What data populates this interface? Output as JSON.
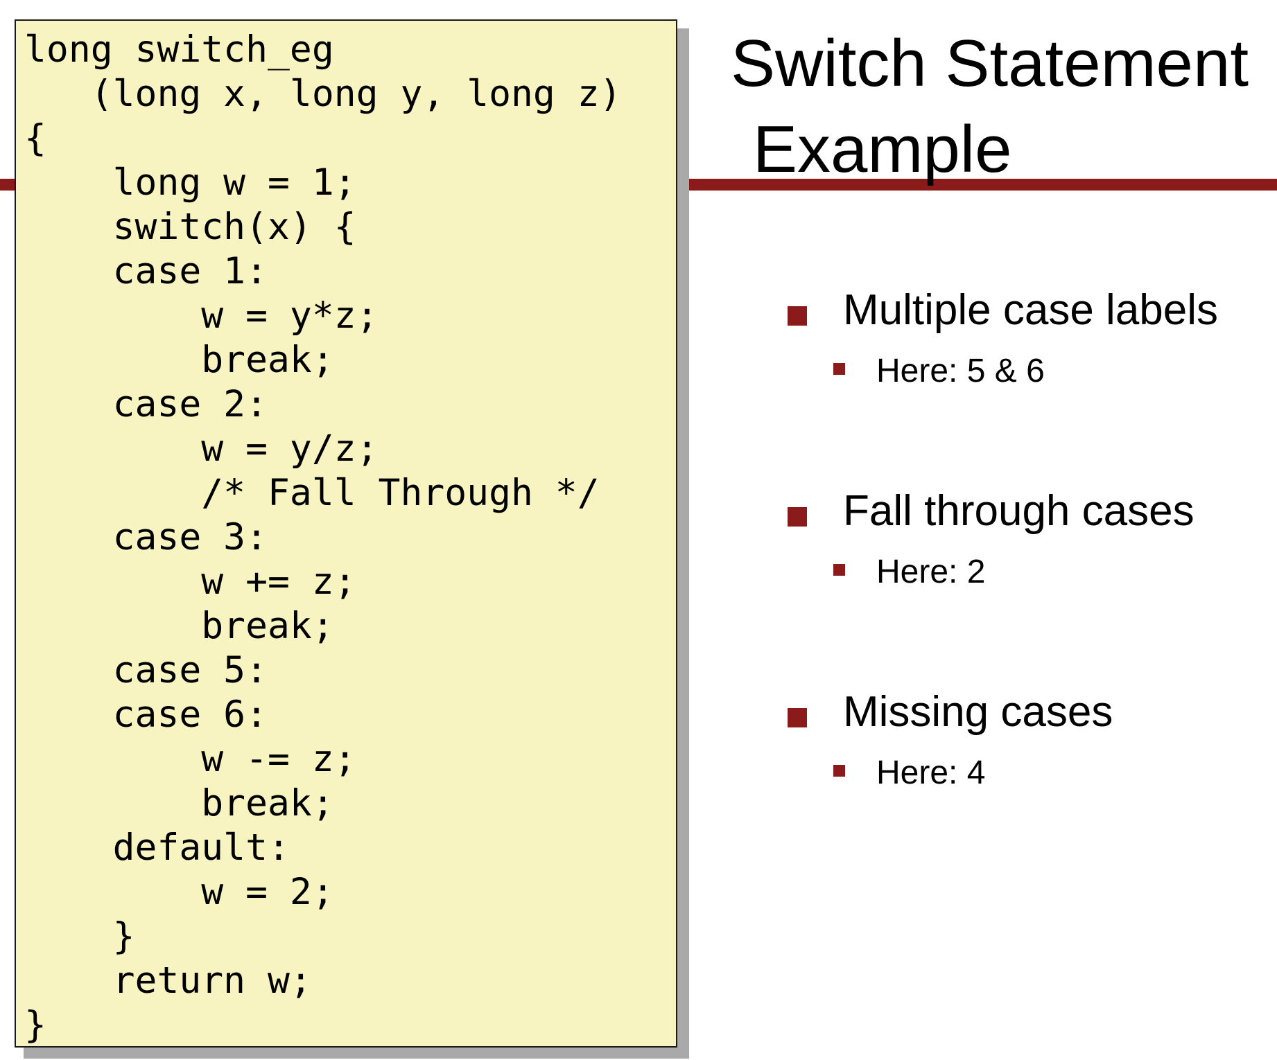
{
  "slide": {
    "title_line1": "Switch Statement",
    "title_line2": "Example",
    "accent_color": "#8b1a1a",
    "code_background": "#f7f4c1"
  },
  "code": {
    "lines": [
      "long switch_eg",
      "   (long x, long y, long z)",
      "{",
      "    long w = 1;",
      "    switch(x) {",
      "    case 1:",
      "        w = y*z;",
      "        break;",
      "    case 2:",
      "        w = y/z;",
      "        /* Fall Through */",
      "    case 3:",
      "        w += z;",
      "        break;",
      "    case 5:",
      "    case 6:",
      "        w -= z;",
      "        break;",
      "    default:",
      "        w = 2;",
      "    }",
      "    return w;",
      "}"
    ]
  },
  "bullets": [
    {
      "text": "Multiple case labels",
      "sub": "Here: 5 & 6"
    },
    {
      "text": "Fall through cases",
      "sub": "Here: 2"
    },
    {
      "text": "Missing cases",
      "sub": "Here: 4"
    }
  ]
}
